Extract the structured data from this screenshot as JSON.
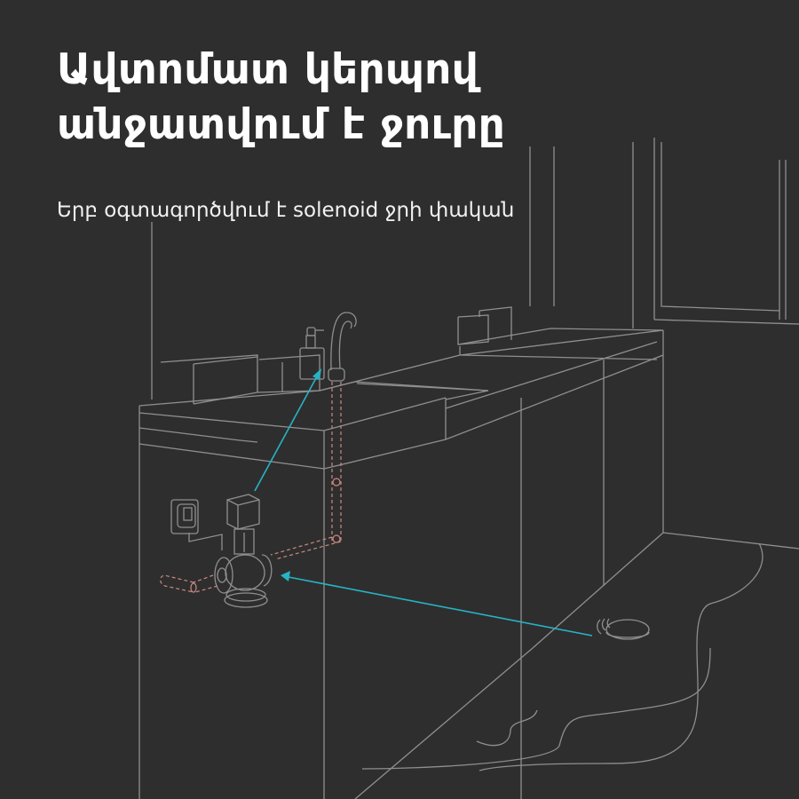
{
  "headline": {
    "line1": "Ավտոմատ կերպով",
    "line2": "անջատվում է ջուրը"
  },
  "subheadline": "Երբ օգտագործվում է solenoid ջրի փական",
  "illustration": {
    "description": "Line drawing of bathroom vanity with faucet, solenoid valve, wall socket and floor water leak sensor",
    "elements": [
      "faucet",
      "soap-dispenser",
      "sink-vanity",
      "wall-socket",
      "solenoid-valve",
      "water-pipes",
      "water-leak-sensor",
      "water-puddle",
      "window",
      "bathtub"
    ],
    "colors": {
      "background": "#2e2e2e",
      "line": "#8f8f8f",
      "pipe": "#c98a82",
      "arrow": "#27b3c4",
      "text": "#ffffff"
    }
  }
}
